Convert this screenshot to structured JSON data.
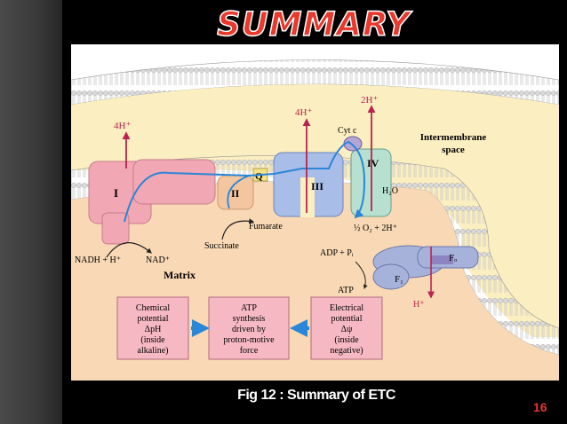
{
  "slide": {
    "title": "SUMMARY",
    "caption": "Fig 12 : Summary of ETC",
    "page_number": "16"
  },
  "diagram": {
    "labels": {
      "intermembrane": [
        "Intermembrane",
        "space"
      ],
      "matrix": "Matrix",
      "complex_1": "I",
      "complex_2": "II",
      "complex_3": "III",
      "complex_4": "IV",
      "q": "Q",
      "cyt_c": "Cyt c",
      "proton_1": "4H⁺",
      "proton_3": "4H⁺",
      "proton_4": "2H⁺",
      "nadh": "NADH + H⁺",
      "nad": "NAD⁺",
      "succinate": "Succinate",
      "fumarate": "Fumarate",
      "water": "H₂O",
      "oxygen": "½ O₂ + 2H⁺",
      "adp": "ADP + Pᵢ",
      "atp": "ATP",
      "fo": "Fₒ",
      "f1": "F₁",
      "h_out": "H⁺"
    },
    "boxes": [
      [
        "Chemical",
        "potential",
        "ΔpH",
        "(inside",
        "alkaline)"
      ],
      [
        "ATP",
        "synthesis",
        "driven by",
        "proton-motive",
        "force"
      ],
      [
        "Electrical",
        "potential",
        "Δψ",
        "(inside",
        "negative)"
      ]
    ],
    "colors": {
      "membrane_head": "#d9d9d9",
      "ims": "#fbeec0",
      "matrix": "#f9d9b5",
      "complex_1": "#f2a7b4",
      "complex_2": "#f4c6a0",
      "complex_3": "#a8bde8",
      "complex_4": "#b8e0d0",
      "atp_synthase": "#a7b2db",
      "arrow_blue": "#2a86d6",
      "proton_red": "#b8234f"
    }
  }
}
